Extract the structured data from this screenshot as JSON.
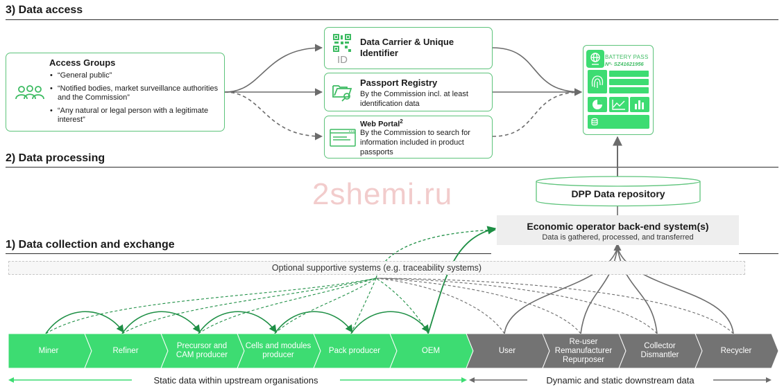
{
  "sections": {
    "access": "3) Data access",
    "processing": "2) Data processing",
    "collection": "1) Data collection and exchange"
  },
  "access_groups": {
    "title": "Access Groups",
    "items": [
      "“General public”",
      "“Notified bodies, market surveillance authorities and the Commission”",
      "“Any natural or legal person with a legitimate interest”"
    ]
  },
  "data_carrier": {
    "title": "Data Carrier & Unique Identifier",
    "id_label": "ID"
  },
  "passport_registry": {
    "title": "Passport Registry",
    "text": "By the Commission incl. at least identification data"
  },
  "web_portal": {
    "title": "Web Portal",
    "superscript": "2",
    "text": "By the Commission to search for information included in product passports"
  },
  "battery_pass": {
    "title": "BATTERY PASS",
    "number": "Nº- SZ41621956"
  },
  "repository": {
    "label": "DPP Data repository"
  },
  "backend": {
    "title": "Economic operator back-end system(s)",
    "subtitle": "Data is gathered, processed, and transferred"
  },
  "optional_systems": "Optional supportive systems (e.g. traceability systems)",
  "watermark": "2shemi.ru",
  "upstream": [
    "Miner",
    "Refiner",
    "Precursor and CAM producer",
    "Cells and modules producer",
    "Pack producer",
    "OEM"
  ],
  "downstream": [
    "User",
    "Re-user Remanufacturer Repurposer",
    "Collector Dismantler",
    "Recycler"
  ],
  "bottom_labels": {
    "upstream": "Static data within upstream organisations",
    "downstream": "Dynamic and static downstream data"
  },
  "colors": {
    "green": "#3ddc72",
    "dark_green": "#1e8f45",
    "grey_chain": "#737373",
    "line_grey": "#6b6b6b"
  },
  "icons": [
    "people-icon",
    "qr-code-icon",
    "folder-search-icon",
    "browser-window-icon",
    "globe-phone-icon",
    "fingerprint-icon",
    "pie-chart-icon",
    "line-chart-icon",
    "bar-chart-icon"
  ]
}
